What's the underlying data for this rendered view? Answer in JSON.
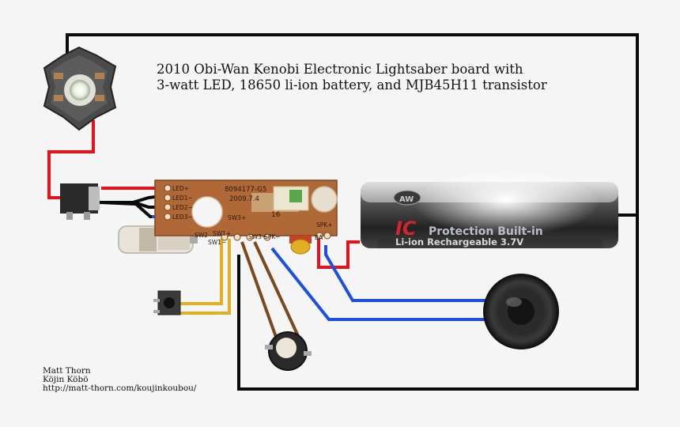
{
  "title": {
    "line1": "2010 Obi-Wan Kenobi Electronic Lightsaber board with",
    "line2": "3-watt LED, 18650 li-ion battery, and MJB45H11 transistor"
  },
  "credit": {
    "name": "Matt Thorn",
    "org": "Köjin Köbö",
    "url": "http://matt-thorn.com/koujinkoubou/"
  },
  "board": {
    "code": "8094177-G5",
    "date": "2009.7.4",
    "chip_label": "16",
    "pads": {
      "led_plus": "LED+",
      "led1_minus": "LED1−",
      "led2_minus": "LED2−",
      "led3_minus": "LED3−",
      "sw2": "SW2",
      "sw1_plus": "SW1+",
      "sw1_minus": "SW1−",
      "sw3_plus": "SW3+",
      "sw3_minus": "SW3−",
      "spk_minus": "SPK−",
      "spk_plus": "SPK+",
      "bat": "BA"
    }
  },
  "battery": {
    "badge": "AW",
    "brand": "IC",
    "line1": "Protection Built-in",
    "line2": "Li-ion Rechargeable 3.7V"
  },
  "colors": {
    "red_wire": "#e8101a",
    "black_wire": "#0a0a0a",
    "blue_wire": "#1d4fe0",
    "yellow_wire": "#e0b020",
    "brown_wire": "#7a4a1e",
    "board": "#b06836"
  }
}
